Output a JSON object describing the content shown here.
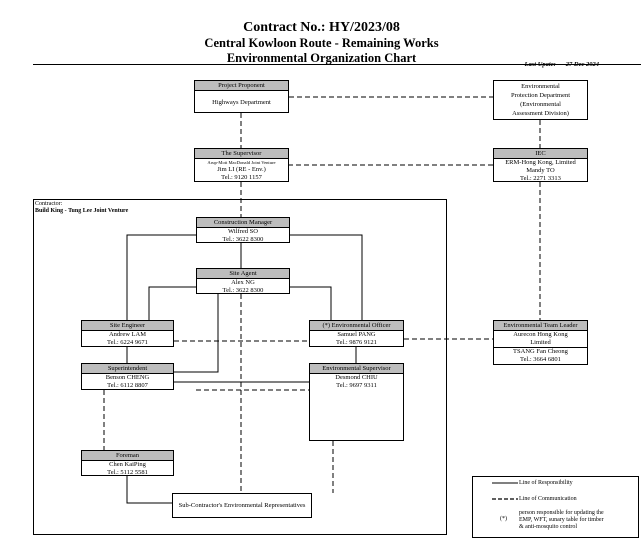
{
  "header": {
    "title_line1": "Contract No.: HY/2023/08",
    "title_line2": "Central Kowloon Route - Remaining Works",
    "title_line3": "Environmental Organization Chart",
    "last_update_label": "Last Upate:",
    "last_update_date": "27 Dec 2024"
  },
  "boxes": {
    "project_proponent": {
      "header": "Project Proponent",
      "lines": [
        "Highways Department"
      ]
    },
    "env_protection_dept": {
      "lines": [
        "Environmental",
        "Protection Department",
        "(Environmental",
        "Assessment Division)"
      ]
    },
    "supervisor": {
      "header": "The Supervisor",
      "sub": "Arup-Mott MacDonald Joint Venture",
      "lines": [
        "Jim LI (RE - Env.)",
        "Tel.: 9120 1157"
      ]
    },
    "iec": {
      "header": "IEC",
      "lines": [
        "ERM-Hong Kong, Limited",
        "Mandy TO",
        "Tel.: 2271 3313"
      ]
    },
    "construction_manager": {
      "header": "Construction Manager",
      "lines": [
        "Wilfred SO",
        "Tel.: 3622 8300"
      ]
    },
    "site_agent": {
      "header": "Site Agent",
      "lines": [
        "Alex NG",
        "Tel.: 3622 8300"
      ]
    },
    "site_engineer": {
      "header": "Site Engineer",
      "lines": [
        "Andrew LAM",
        "Tel.: 6224 9671"
      ]
    },
    "env_officer": {
      "header": "(*) Environmental Officer",
      "lines": [
        "Samuel PANG",
        "Tel.: 9876 9121"
      ]
    },
    "env_team_leader": {
      "header": "Environmental Team Leader",
      "lines": [
        "Aurecon Hong Kong",
        "Limited"
      ],
      "sub_lines": [
        "TSANG Fan Cheong",
        "Tel.: 3664 6801"
      ]
    },
    "superintendent": {
      "header": "Superintendent",
      "lines": [
        "Benson CHENG",
        "Tel.: 6112 8807"
      ]
    },
    "env_supervisor": {
      "header": "Environmental Supervisor",
      "lines": [
        "Desmond CHIU",
        "Tel.: 9697 9311"
      ]
    },
    "foreman": {
      "header": "Foreman",
      "lines": [
        "Chen KaiPing",
        "Tel.: 5112 5581"
      ]
    },
    "subcontractor": {
      "lines": [
        "Sub-Contractor's Environmental Representatives"
      ]
    }
  },
  "contractor": {
    "label": "Contractor:",
    "name": "Build King - Tung Lee Joint Venture"
  },
  "legend": {
    "responsibility": "Line of Responsibility",
    "communication": "Line of Communication",
    "asterisk": "(*)",
    "asterisk_note_lines": [
      "person responsible for updating the",
      "EMP, WFT, sunary table for timber",
      "& anti-mosquito control"
    ]
  }
}
